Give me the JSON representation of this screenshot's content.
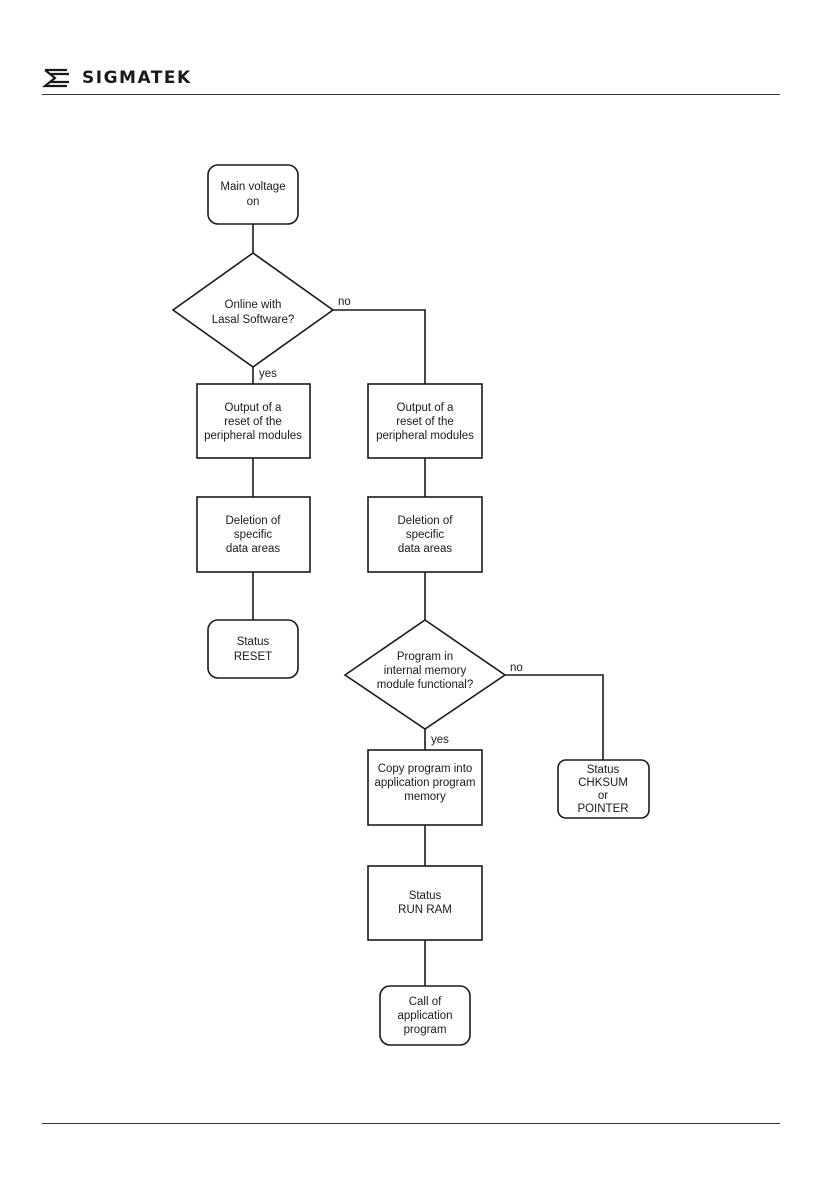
{
  "header": {
    "brand_name": "SIGMATEK",
    "logo_icon": "sigmatek-logo-icon"
  },
  "flowchart": {
    "main_voltage": [
      "Main voltage",
      "on"
    ],
    "online_decision": [
      "Online with",
      "Lasal Software?"
    ],
    "online_no": "no",
    "online_yes": "yes",
    "reset_left": [
      "Output of a",
      "reset of the",
      "peripheral modules"
    ],
    "reset_right": [
      "Output of a",
      "reset of the",
      "peripheral modules"
    ],
    "delete_left": [
      "Deletion of",
      "specific",
      "data areas"
    ],
    "delete_right": [
      "Deletion of",
      "specific",
      "data areas"
    ],
    "status_reset": [
      "Status",
      "RESET"
    ],
    "program_decision": [
      "Program in",
      "internal memory",
      "module functional?"
    ],
    "program_no": "no",
    "program_yes": "yes",
    "copy_program": [
      "Copy program into",
      "application program",
      "memory"
    ],
    "status_chksum": [
      "Status",
      "CHKSUM",
      "or",
      "POINTER"
    ],
    "status_run_ram": [
      "Status",
      "RUN RAM"
    ],
    "call_program": [
      "Call of",
      "application",
      "program"
    ]
  }
}
